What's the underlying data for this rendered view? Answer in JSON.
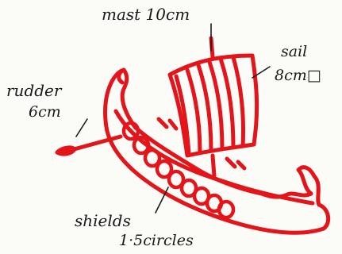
{
  "labels": {
    "mast_line1": "mast 10cm",
    "sail_line1": "sail",
    "sail_line2": "8cm□",
    "rudder_line1": "rudder",
    "rudder_line2": "6cm",
    "shields_line1": "shields",
    "shields_line2": "1·5circles"
  },
  "colors": {
    "ink_red": "#e4141b",
    "ink_black": "#1a1a1a",
    "paper": "#fbfbf8"
  },
  "shields_count": 9
}
